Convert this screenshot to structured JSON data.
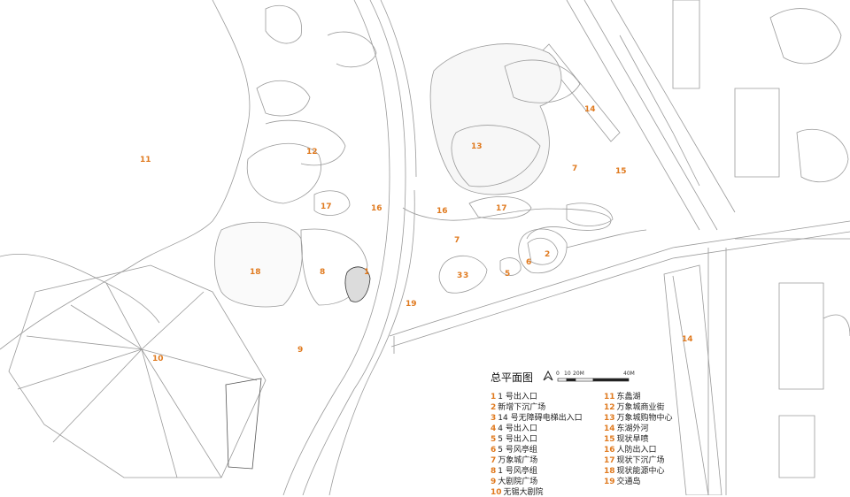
{
  "colors": {
    "accent": "#e07a1f",
    "line": "#8a8a8a",
    "text": "#222222"
  },
  "icons": {
    "north_arrow": "north-arrow-icon"
  },
  "map": {
    "labels": [
      "11",
      "12",
      "13",
      "14",
      "7",
      "15",
      "17",
      "16",
      "16",
      "17",
      "7",
      "18",
      "8",
      "1",
      "6",
      "2",
      "5",
      "3",
      "3",
      "19",
      "9",
      "10",
      "14"
    ]
  },
  "legend": {
    "title": "总平面图",
    "scale": {
      "zero": "0",
      "ten": "10",
      "twenty": "20M",
      "forty": "40M"
    },
    "left": [
      {
        "num": "1",
        "text": "1 号出入口"
      },
      {
        "num": "2",
        "text": "新增下沉广场"
      },
      {
        "num": "3",
        "text": "14 号无障碍电梯出入口"
      },
      {
        "num": "4",
        "text": "4 号出入口"
      },
      {
        "num": "5",
        "text": "5 号出入口"
      },
      {
        "num": "6",
        "text": "5 号风亭组"
      },
      {
        "num": "7",
        "text": "万象城广场"
      },
      {
        "num": "8",
        "text": "1 号风亭组"
      },
      {
        "num": "9",
        "text": "大剧院广场"
      },
      {
        "num": "10",
        "text": "无锡大剧院"
      }
    ],
    "right": [
      {
        "num": "11",
        "text": "东蠡湖"
      },
      {
        "num": "12",
        "text": "万象城商业街"
      },
      {
        "num": "13",
        "text": "万象城购物中心"
      },
      {
        "num": "14",
        "text": "东湖外河"
      },
      {
        "num": "15",
        "text": "现状旱喷"
      },
      {
        "num": "16",
        "text": "人防出入口"
      },
      {
        "num": "17",
        "text": "现状下沉广场"
      },
      {
        "num": "18",
        "text": "现状能源中心"
      },
      {
        "num": "19",
        "text": "交通岛"
      }
    ]
  }
}
